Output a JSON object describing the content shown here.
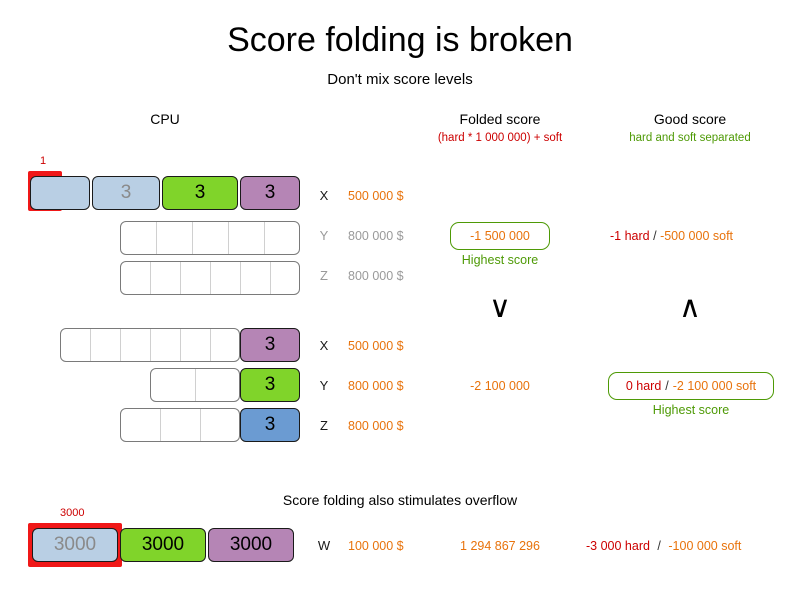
{
  "title": "Score folding is broken",
  "subtitle": "Don't mix score levels",
  "headers": {
    "cpu": "CPU",
    "folded": "Folded score",
    "folded_formula": "(hard * 1 000 000) + soft",
    "good": "Good score",
    "good_formula": "hard and soft separated"
  },
  "colors": {
    "lightblue": "#b9cfe4",
    "green": "#80d42a",
    "purple": "#b585b5",
    "blue": "#6b9bd2",
    "overflow_red": "#f01818",
    "hard_red": "#cc0000",
    "soft_orange": "#e8730c",
    "good_green": "#4e9a06"
  },
  "group1": {
    "rows": [
      {
        "letter": "X",
        "cost": "500 000 $",
        "cost_style": "orange",
        "letter_style": "dark",
        "segments": [
          {
            "label": "",
            "color": "lightblue",
            "overflow": true,
            "overflow_label": "1"
          },
          {
            "label": "3",
            "color": "lightblue"
          },
          {
            "label": "3",
            "color": "green"
          },
          {
            "label": "3",
            "color": "purple"
          }
        ]
      },
      {
        "letter": "Y",
        "cost": "800 000 $",
        "cost_style": "dim",
        "letter_style": "dim",
        "segments": []
      },
      {
        "letter": "Z",
        "cost": "800 000 $",
        "cost_style": "dim",
        "letter_style": "dim",
        "segments": []
      }
    ],
    "folded_value": "-1 500 000",
    "folded_highlight": true,
    "folded_caption": "Highest score",
    "good_hard": "-1 hard",
    "good_sep": "/",
    "good_soft": "-500 000 soft",
    "good_highlight": false,
    "good_caption": ""
  },
  "group2": {
    "rows": [
      {
        "letter": "X",
        "cost": "500 000 $",
        "cost_style": "orange",
        "letter_style": "dark",
        "segments": [
          {
            "label": "3",
            "color": "purple"
          }
        ]
      },
      {
        "letter": "Y",
        "cost": "800 000 $",
        "cost_style": "orange",
        "letter_style": "dark",
        "segments": [
          {
            "label": "3",
            "color": "green"
          }
        ]
      },
      {
        "letter": "Z",
        "cost": "800 000 $",
        "cost_style": "orange",
        "letter_style": "dark",
        "segments": [
          {
            "label": "3",
            "color": "blue"
          }
        ]
      }
    ],
    "folded_value": "-2 100 000",
    "folded_highlight": false,
    "folded_caption": "",
    "good_hard": "0 hard",
    "good_sep": "/",
    "good_soft": "-2 100 000 soft",
    "good_highlight": true,
    "good_caption": "Highest score"
  },
  "chevrons": {
    "folded": "∨",
    "good": "∧"
  },
  "overflow_section": {
    "title": "Score folding also stimulates overflow",
    "overflow_label": "3000",
    "segments": [
      {
        "label": "3000",
        "color": "lightblue",
        "overflow": true
      },
      {
        "label": "3000",
        "color": "green"
      },
      {
        "label": "3000",
        "color": "purple"
      }
    ],
    "letter": "W",
    "cost": "100 000 $",
    "folded_value": "1 294 867 296",
    "good_hard": "-3 000 hard",
    "good_sep": "/",
    "good_soft": "-100 000 soft"
  }
}
